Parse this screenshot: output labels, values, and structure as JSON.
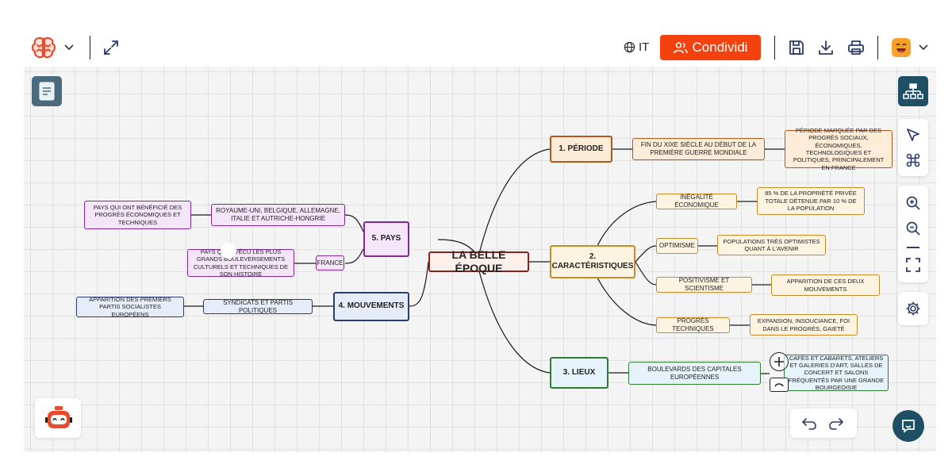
{
  "toolbar": {
    "language": "IT",
    "share_label": "Condividi",
    "icons": [
      "brain-logo-icon",
      "chevron-down-icon",
      "expand-icon",
      "globe-icon",
      "users-icon",
      "save-icon",
      "download-icon",
      "print-icon",
      "avatar-icon",
      "chevron-down-icon"
    ]
  },
  "colors": {
    "share": "#f4410e",
    "canvas": "#f4f4f4",
    "periode": "#b5561b",
    "caracteristiques": "#c98a2a",
    "lieux": "#2e7d32",
    "mouvements": "#2b3c6e",
    "pays": "#84279a",
    "center": "#8b2222"
  },
  "mindmap": {
    "center": "LA BELLE ÉPOQUE",
    "periode": {
      "title": "1. PÉRIODE",
      "child": "FIN DU XIXE SIÈCLE AU DÉBUT DE LA PREMIÈRE GUERRE MONDIALE",
      "detail": "PÉRIODE MARQUÉE PAR DES PROGRÈS SOCIAUX, ÉCONOMIQUES, TECHNOLOGIQUES ET POLITIQUES, PRINCIPALEMENT EN FRANCE"
    },
    "caracteristiques": {
      "title": "2. CARACTÉRISTIQUES",
      "items": [
        {
          "label": "INÉGALITÉ ÉCONOMIQUE",
          "detail": "85 % DE LA PROPRIÉTÉ PRIVÉE TOTALE DÉTENUE PAR 10 % DE LA POPULATION"
        },
        {
          "label": "OPTIMISME",
          "detail": "POPULATIONS TRÈS OPTIMISTES QUANT À L'AVENIR"
        },
        {
          "label": "POSITIVISME ET SCIENTISME",
          "detail": "APPARITION DE CES DEUX MOUVEMENTS"
        },
        {
          "label": "PROGRÈS TECHNIQUES",
          "detail": "EXPANSION, INSOUCIANCE, FOI DANS LE PROGRÈS, GAIETÉ"
        }
      ]
    },
    "lieux": {
      "title": "3. LIEUX",
      "child": "BOULEVARDS DES CAPITALES EUROPÉENNES",
      "detail": "CAFÉS ET CABARETS, ATELIERS ET GALERIES D'ART, SALLES DE CONCERT ET SALONS FRÉQUENTÉS PAR UNE GRANDE BOURGEOISIE"
    },
    "mouvements": {
      "title": "4. MOUVEMENTS",
      "child": "SYNDICATS ET PARTIS POLITIQUES",
      "detail": "APPARITION DES PREMIERS PARTIS SOCIALISTES EUROPÉENS"
    },
    "pays": {
      "title": "5. PAYS",
      "child1": "ROYAUME-UNI, BELGIQUE, ALLEMAGNE, ITALIE ET AUTRICHE-HONGRIE",
      "detail1": "PAYS QUI ONT BÉNÉFICIÉ DES PROGRÈS ÉCONOMIQUES ET TECHNIQUES",
      "child2": "FRANCE",
      "detail2": "PAYS QUI A VÉCU LES PLUS GRANDS BOULEVERSEMENTS CULTURELS ET TECHNIQUES DE SON HISTOIRE"
    }
  }
}
